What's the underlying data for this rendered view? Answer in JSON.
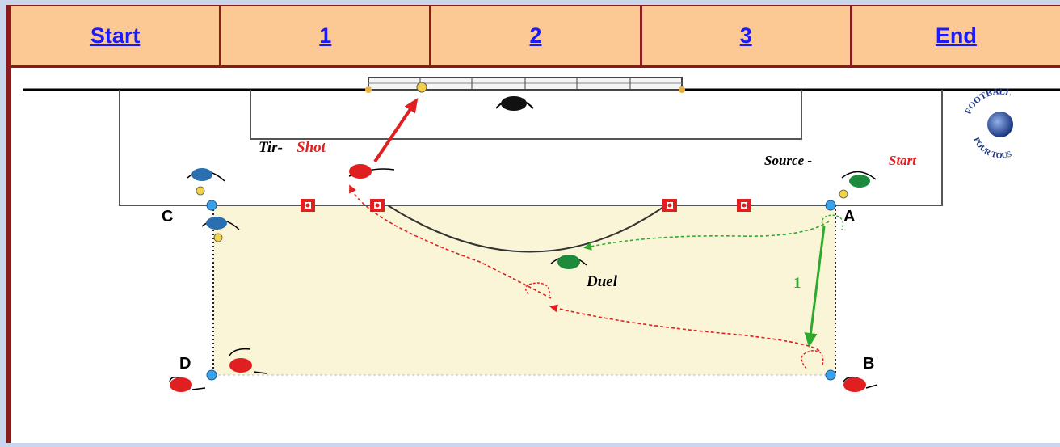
{
  "nav": {
    "items": [
      {
        "label": "Start"
      },
      {
        "label": "1"
      },
      {
        "label": "2"
      },
      {
        "label": "3"
      },
      {
        "label": "End"
      }
    ]
  },
  "diagram": {
    "annotations": {
      "tir": "Tir-",
      "shot": "Shot",
      "source": "Source - ",
      "start": "Start",
      "duel": "Duel",
      "pass_number": "1"
    },
    "cones": [
      "C",
      "A",
      "D",
      "B"
    ],
    "logo": {
      "text_top": "FOOTBALL",
      "text_bottom": "POUR TOUS"
    },
    "colors": {
      "red_team": "#e02020",
      "blue_team": "#2a6fb0",
      "green_team": "#1e8a3c",
      "pass_arrow": "#2eaa2e",
      "shot_arrow": "#e02020",
      "zone_fill": "#fbf5d8",
      "cone": "#3aa0e8"
    }
  }
}
